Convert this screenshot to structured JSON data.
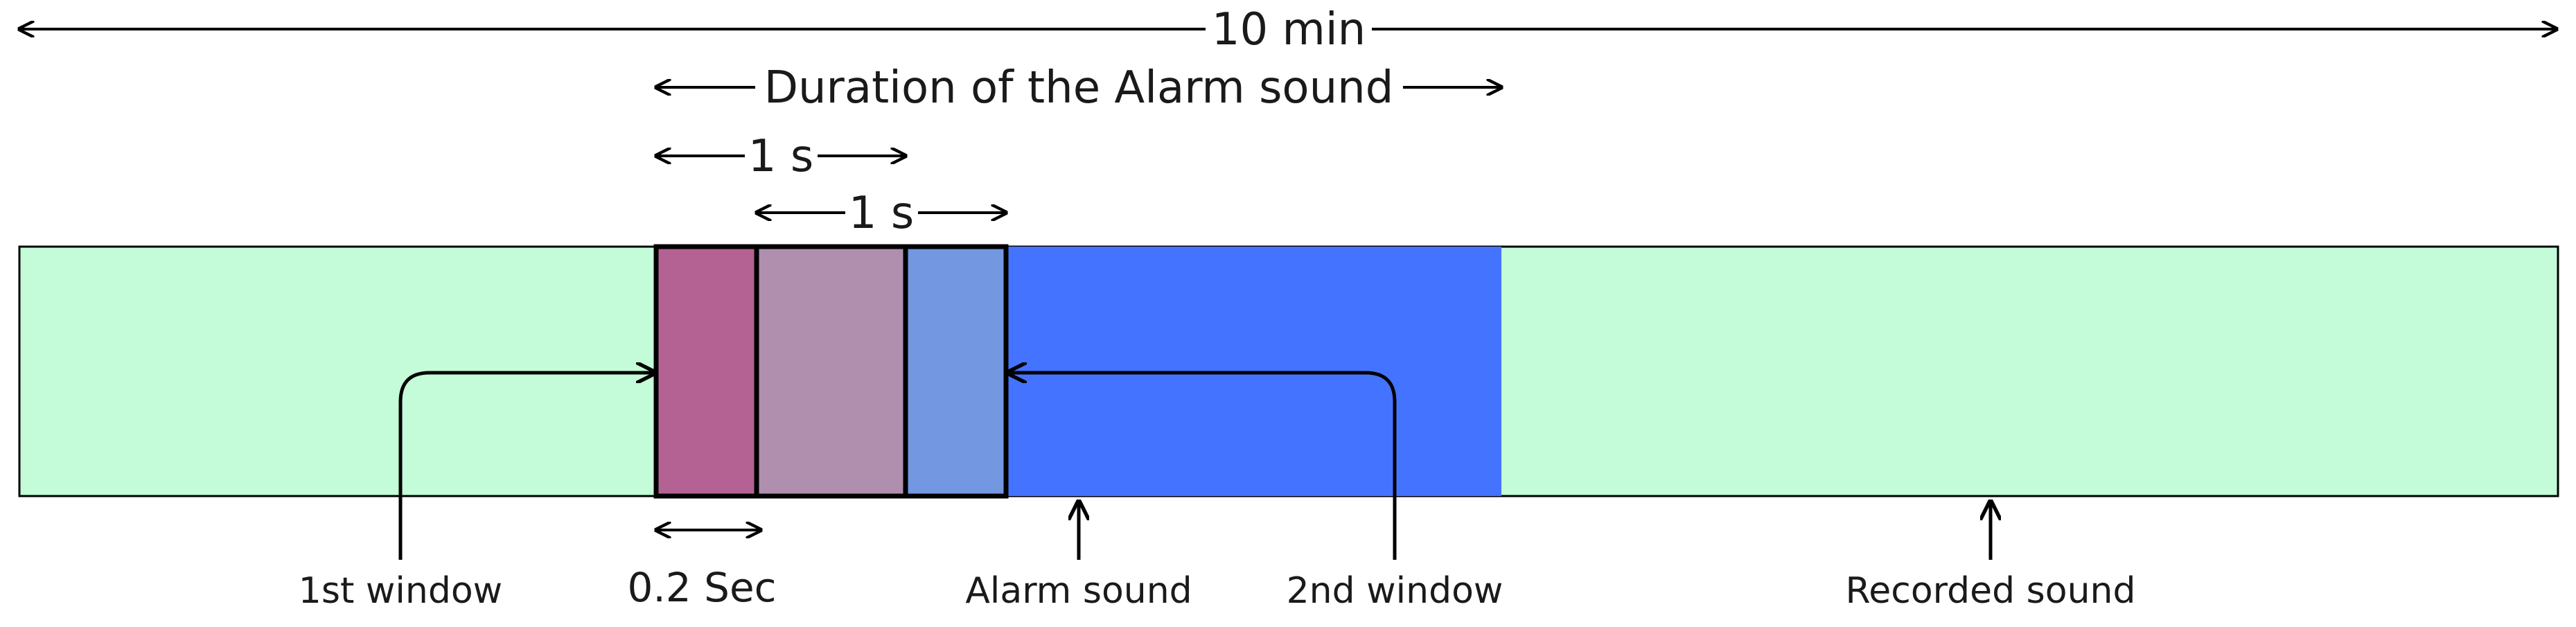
{
  "colors": {
    "recorded_sound": "#c4fbd8",
    "alarm_sound": "#4474ff",
    "first_window": "#b46294",
    "overlap": "#b08fae",
    "second_window_tail": "#7397e1",
    "stroke": "#000000"
  },
  "dimensions": {
    "total": "10 min",
    "alarm_duration": "Duration of the Alarm sound",
    "first_window_length": "1 s",
    "second_window_length": "1 s",
    "hop": "0.2 Sec"
  },
  "labels": {
    "first_window": "1st window",
    "alarm_sound": "Alarm sound",
    "second_window": "2nd window",
    "recorded_sound": "Recorded sound"
  }
}
